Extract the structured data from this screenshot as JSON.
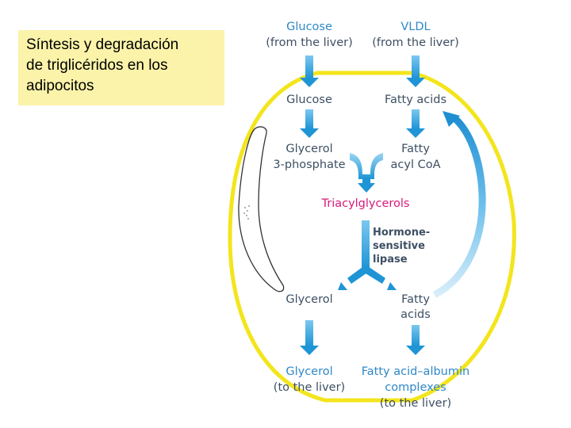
{
  "caption": {
    "lines": [
      "Síntesis y degradación",
      "de triglicéridos en los",
      "adipocitos"
    ]
  },
  "colors": {
    "label_dark": "#3d4f63",
    "label_blue": "#2f88c8",
    "label_pink": "#d9197a",
    "arrow_blue": "#1f95d6",
    "cell_border": "#f3e51c",
    "caption_bg": "#fbf3a9"
  },
  "labels": {
    "glucose_source": [
      "Glucose",
      "(from the liver)"
    ],
    "vldl_source": [
      "VLDL",
      "(from the liver)"
    ],
    "glucose_in": "Glucose",
    "fatty_acids_in": "Fatty acids",
    "glycerol_3p": [
      "Glycerol",
      "3-phosphate"
    ],
    "fatty_acyl_coa": [
      "Fatty",
      "acyl CoA"
    ],
    "triacylglycerols": "Triacylglycerols",
    "enzyme": [
      "Hormone-",
      "sensitive",
      "lipase"
    ],
    "glycerol_out": "Glycerol",
    "fatty_acids_out": [
      "Fatty",
      "acids"
    ],
    "glycerol_liver": [
      "Glycerol",
      "(to the liver)"
    ],
    "albumin_complex": [
      "Fatty acid–albumin",
      "complexes",
      "(to the liver)"
    ]
  }
}
